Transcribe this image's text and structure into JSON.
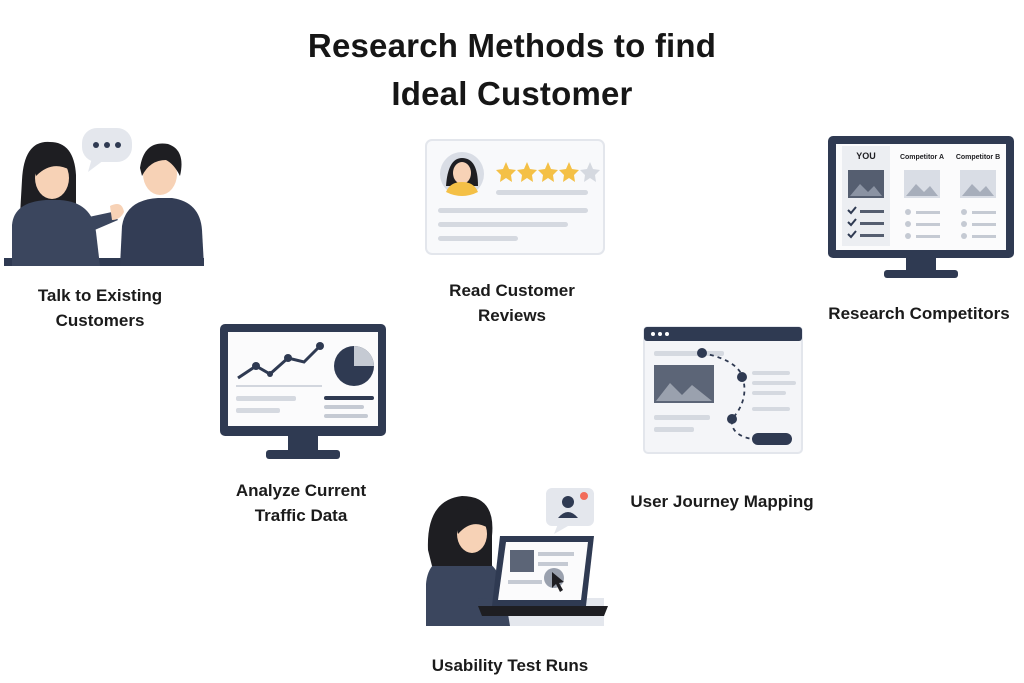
{
  "title": {
    "line1": "Research Methods to find",
    "line2": "Ideal Customer"
  },
  "methods": [
    {
      "line1": "Talk to Existing",
      "line2": "Customers",
      "icon": "conversation-icon"
    },
    {
      "line1": "Read Customer",
      "line2": "Reviews",
      "icon": "review-card-icon"
    },
    {
      "line1": "Research Competitors",
      "line2": "",
      "icon": "competitor-monitor-icon"
    },
    {
      "line1": "Analyze Current",
      "line2": "Traffic Data",
      "icon": "analytics-monitor-icon"
    },
    {
      "line1": "User Journey Mapping",
      "line2": "",
      "icon": "journey-browser-icon"
    },
    {
      "line1": "Usability Test Runs",
      "line2": "",
      "icon": "laptop-user-icon"
    }
  ],
  "competitor_table": {
    "you": "YOU",
    "competitor_a": "Competitor A",
    "competitor_b": "Competitor B"
  },
  "review_rating": 4,
  "colors": {
    "navy": "#2f3a52",
    "star": "#f4c046",
    "accent_red": "#f26c5a"
  }
}
